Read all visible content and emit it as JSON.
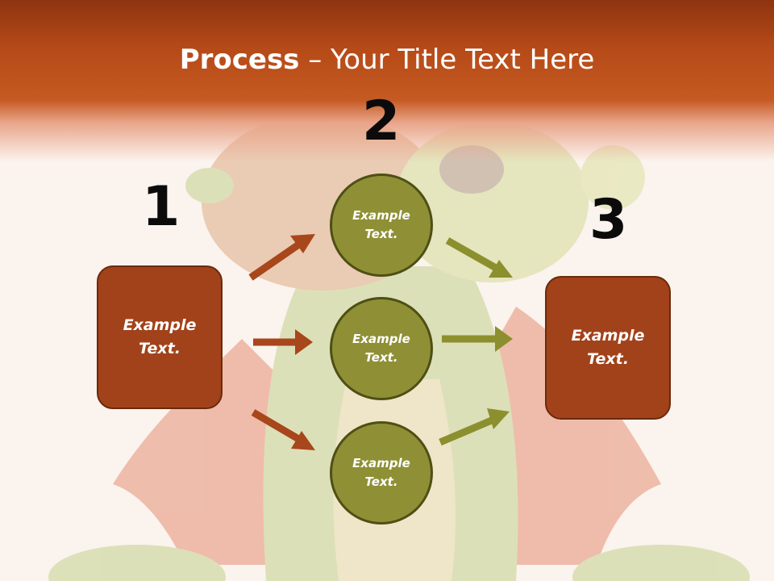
{
  "slide": {
    "title_bold": "Process",
    "title_rest": " – Your Title Text Here",
    "numbers": [
      "1",
      "2",
      "3"
    ],
    "box_left_text": "Example Text.",
    "box_right_text": "Example Text.",
    "circles": [
      "Example Text.",
      "Example Text.",
      "Example Text."
    ]
  },
  "colors": {
    "header": "#b64a18",
    "box_fill": "#a2421a",
    "circle_fill": "#8f9036",
    "arrow_left": "#a8461c",
    "arrow_right": "#8c8f2e"
  },
  "icons": {
    "background": "dragon-illustration"
  }
}
